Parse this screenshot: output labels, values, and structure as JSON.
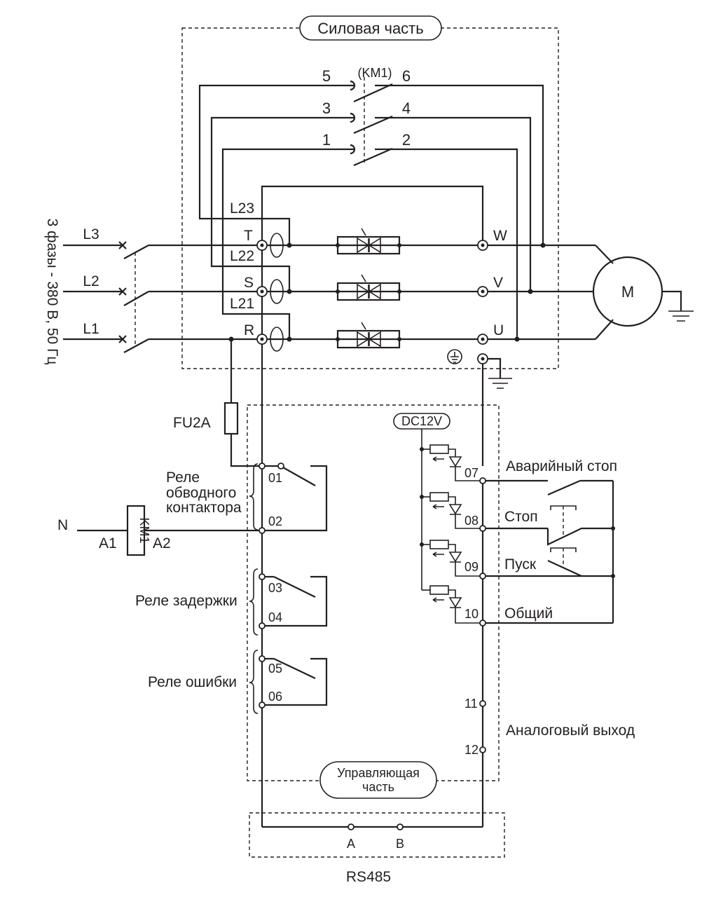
{
  "power_section": {
    "title": "Силовая часть",
    "contactor_label": "(KM1)",
    "contact_numbers": [
      "5",
      "6",
      "3",
      "4",
      "1",
      "2"
    ],
    "bus_labels": [
      "L23",
      "L22",
      "L21"
    ],
    "input_terminals": [
      "T",
      "S",
      "R"
    ],
    "output_terminals": [
      "W",
      "V",
      "U"
    ],
    "motor": "M"
  },
  "supply": {
    "caption": "3 фазы - 380 В, 50 Гц",
    "phases": [
      "L3",
      "L2",
      "L1"
    ],
    "neutral": "N"
  },
  "fuse": "FU2A",
  "bypass_coil": {
    "name": "KM1",
    "a1": "A1",
    "a2": "A2"
  },
  "control_section": {
    "title_line1": "Управляющая",
    "title_line2": "часть",
    "supply_label": "DC12V",
    "relays": [
      {
        "name_lines": [
          "Реле",
          "обводного",
          "контактора"
        ],
        "terminals": [
          "01",
          "02"
        ]
      },
      {
        "name_lines": [
          "Реле задержки"
        ],
        "terminals": [
          "03",
          "04"
        ]
      },
      {
        "name_lines": [
          "Реле ошибки"
        ],
        "terminals": [
          "05",
          "06"
        ]
      }
    ],
    "inputs": [
      {
        "terminal": "07",
        "label": "Аварийный стоп"
      },
      {
        "terminal": "08",
        "label": "Стоп"
      },
      {
        "terminal": "09",
        "label": "Пуск"
      },
      {
        "terminal": "10",
        "label": "Общий"
      }
    ],
    "analog_output": {
      "terminals": [
        "11",
        "12"
      ],
      "label": "Аналоговый выход"
    }
  },
  "rs485": {
    "label": "RS485",
    "terminals": [
      "A",
      "B"
    ]
  }
}
